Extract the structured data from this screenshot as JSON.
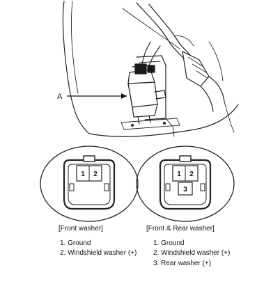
{
  "callout": {
    "label": "A"
  },
  "front_connector": {
    "pins": [
      "1",
      "2"
    ],
    "caption": "[Front washer]",
    "legend": [
      "1. Ground",
      "2. Windshield washer (+)"
    ]
  },
  "front_rear_connector": {
    "pins": [
      "1",
      "2",
      "3"
    ],
    "caption": "[Front & Rear washer]",
    "legend": [
      "1. Ground",
      "2. Windshield washer (+)",
      "3.  Rear washer (+)"
    ]
  }
}
